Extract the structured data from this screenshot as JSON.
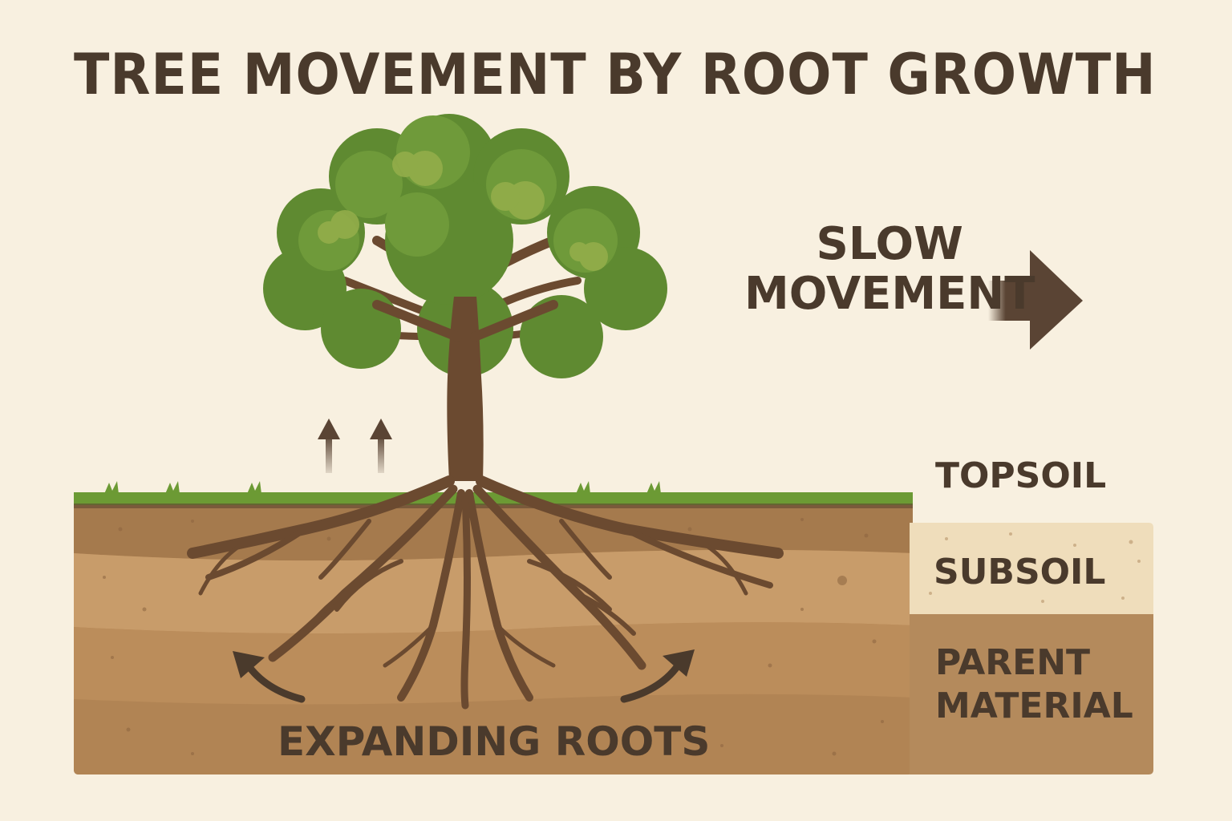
{
  "title": "TREE MOVEMENT BY ROOT GROWTH",
  "movement_label_line1": "SLOW",
  "movement_label_line2": "MOVEMENT",
  "layers": {
    "topsoil": "TOPSOIL",
    "subsoil": "SUBSOIL",
    "parent_line1": "PARENT",
    "parent_line2": "MATERIAL"
  },
  "roots_label": "EXPANDING ROOTS",
  "colors": {
    "background": "#f8f0e0",
    "text": "#4a3a2c",
    "grass": "#6c9a34",
    "foliage": "#6a9438",
    "trunk": "#6b4a30",
    "topsoil": "#a57a4d",
    "subsoil": "#c79a68",
    "parent_material": "#b88a58",
    "legend_subsoil": "#ecd9b6",
    "legend_parent": "#b48a5c"
  }
}
